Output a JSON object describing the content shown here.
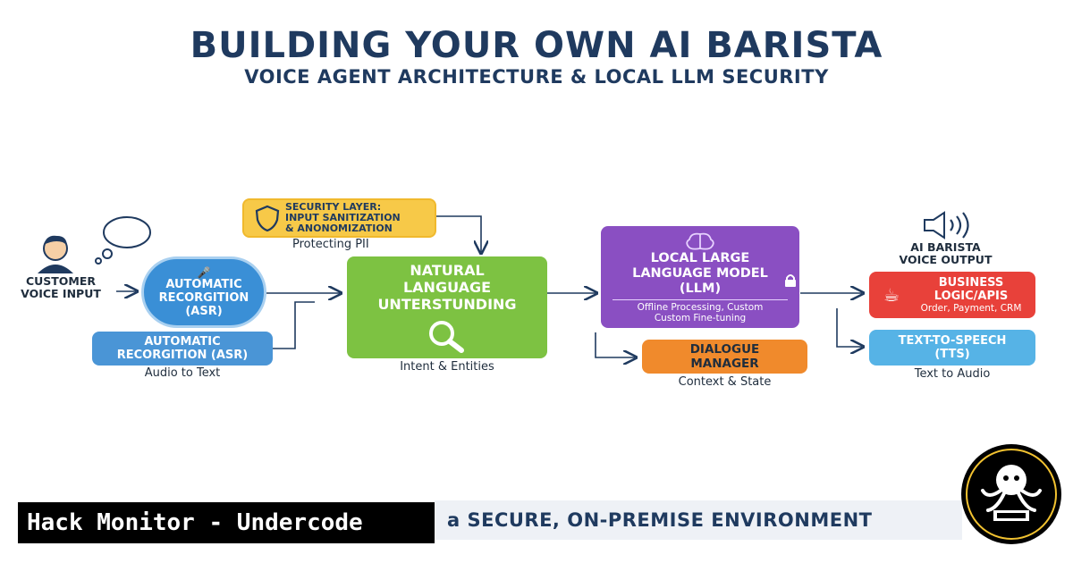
{
  "header": {
    "title": "BUILDING YOUR OWN AI BARISTA",
    "subtitle": "VOICE AGENT ARCHITECTURE & LOCAL LLM SECURITY"
  },
  "diagram": {
    "customer": {
      "label_line1": "CUSTOMER",
      "label_line2": "VOICE INPUT"
    },
    "asr_circle": {
      "line1": "AUTOMATIC",
      "line2": "RECORGITION",
      "line3": "(ASR)"
    },
    "asr_box": {
      "line1": "AUTOMATIC",
      "line2": "RECORGITION (ASR)",
      "caption": "Audio to Text"
    },
    "security": {
      "line1": "SECURITY LAYER:",
      "line2": "INPUT SANITIZATION",
      "line3": "& ANONOMIZATION",
      "caption": "Protecting PII"
    },
    "nlu": {
      "line1": "NATURAL",
      "line2": "LANGUAGE",
      "line3": "UNTERSTUNDING",
      "caption": "Intent & Entities"
    },
    "llm": {
      "line1": "LOCAL LARGE",
      "line2": "LANGUAGE MODEL",
      "line3": "(LLM)",
      "detail1": "Offline Processing, Custom",
      "detail2": "Custom Fine-tuning"
    },
    "dialogue": {
      "line1": "DIALOGUE",
      "line2": "MANAGER",
      "caption": "Context & State"
    },
    "output": {
      "line1": "AI BARISTA",
      "line2": "VOICE OUTPUT"
    },
    "business": {
      "line1": "BUSINESS",
      "line2": "LOGIC/APIS",
      "detail": "Order, Payment, CRM"
    },
    "tts": {
      "line1": "TEXT-TO-SPEECH",
      "line2": "(TTS)",
      "caption": "Text to Audio"
    }
  },
  "footer": {
    "banner": "a SECURE, ON-PREMISE ENVIRONMENT",
    "brand": "Hack Monitor - Undercode"
  },
  "colors": {
    "navy": "#1f3a5f",
    "blue": "#3a8fd6",
    "yellow": "#f7c948",
    "green": "#7dc242",
    "purple": "#8a4fc2",
    "orange": "#f08a2c",
    "red": "#e8413a",
    "lightblue": "#56b3e6"
  }
}
